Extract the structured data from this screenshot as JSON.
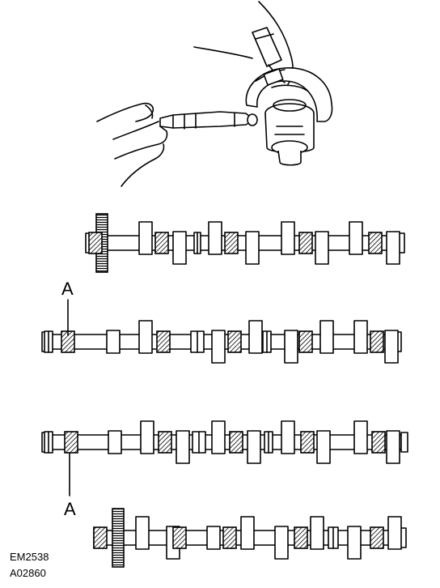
{
  "figure": {
    "callout_top": "A",
    "callout_bottom": "A",
    "code_line1": "EM2538",
    "code_line2": "A02860"
  },
  "camshafts": [
    {
      "name": "camshaft-1",
      "gear": "left"
    },
    {
      "name": "camshaft-2",
      "gear": "none"
    },
    {
      "name": "camshaft-3",
      "gear": "none"
    },
    {
      "name": "camshaft-4",
      "gear": "left"
    }
  ]
}
